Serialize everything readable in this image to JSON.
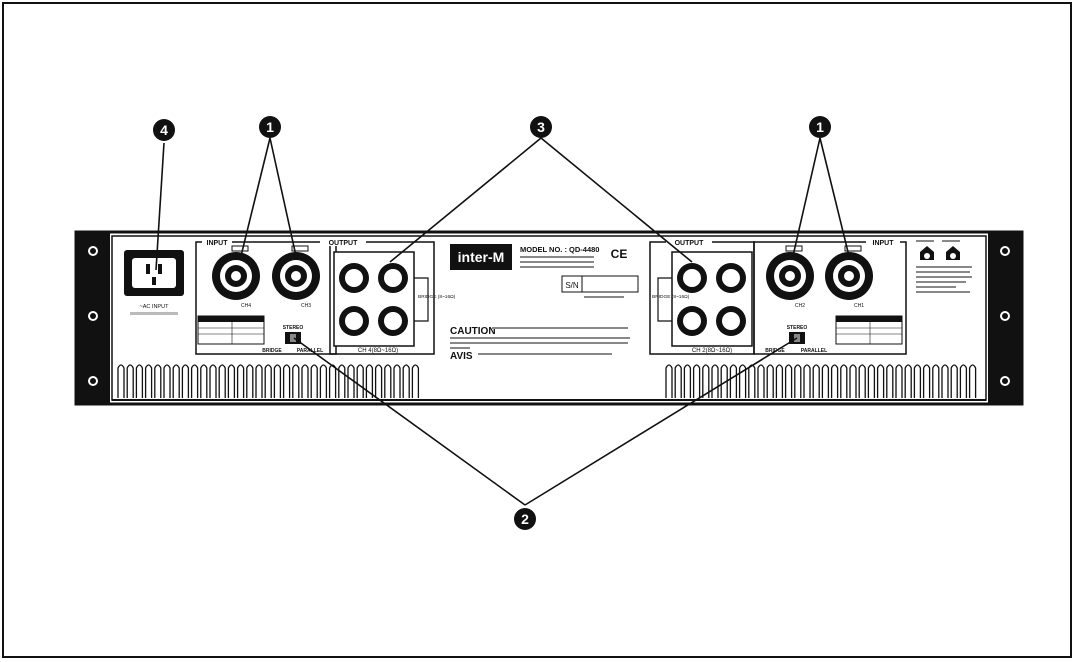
{
  "callouts": [
    "1",
    "2",
    "3",
    "4"
  ],
  "brand": "inter-M",
  "model_label": "MODEL NO. : QD-4480",
  "sn_label": "S/N",
  "ce_mark": "CE",
  "caution_title": "CAUTION",
  "avis_title": "AVIS",
  "panel": {
    "input_label": "INPUT",
    "output_label": "OUTPUT",
    "ch1": "CH1",
    "ch2": "CH2",
    "ch3": "CH3",
    "ch4": "CH4",
    "stereo": "STEREO",
    "bridge": "BRIDGE",
    "parallel": "PARALLEL",
    "ac_input": "~AC INPUT",
    "ch_out_left": "CH 4(8Ω~16Ω)",
    "ch_out_right": "CH 2(8Ω~16Ω)",
    "bridge_left": "BRIDGE (8~16Ω)",
    "bridge_right": "BRIDGE (8~16Ω)"
  },
  "colors": {
    "ink": "#111111",
    "paper": "#ffffff",
    "panel_grey": "#9a9a9a"
  }
}
